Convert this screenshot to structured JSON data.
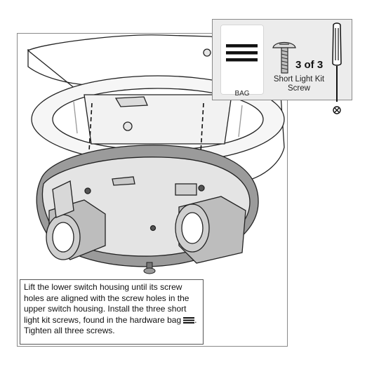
{
  "hardware_callout": {
    "bag_label": "BAG",
    "count": "3 of 3",
    "part_name_line1": "Short Light Kit",
    "part_name_line2": "Screw",
    "bag_icon": "three-horizontal-bars",
    "tool_icon": "phillips-screwdriver",
    "screw_icon": "pan-head-screw"
  },
  "instruction": {
    "text": "Lift the lower switch housing until its screw holes are aligned with the screw holes in the upper switch housing. Install the three short light kit screws, found in the hardware bag",
    "text_end": ".",
    "text_line2": "Tighten all three screws."
  }
}
